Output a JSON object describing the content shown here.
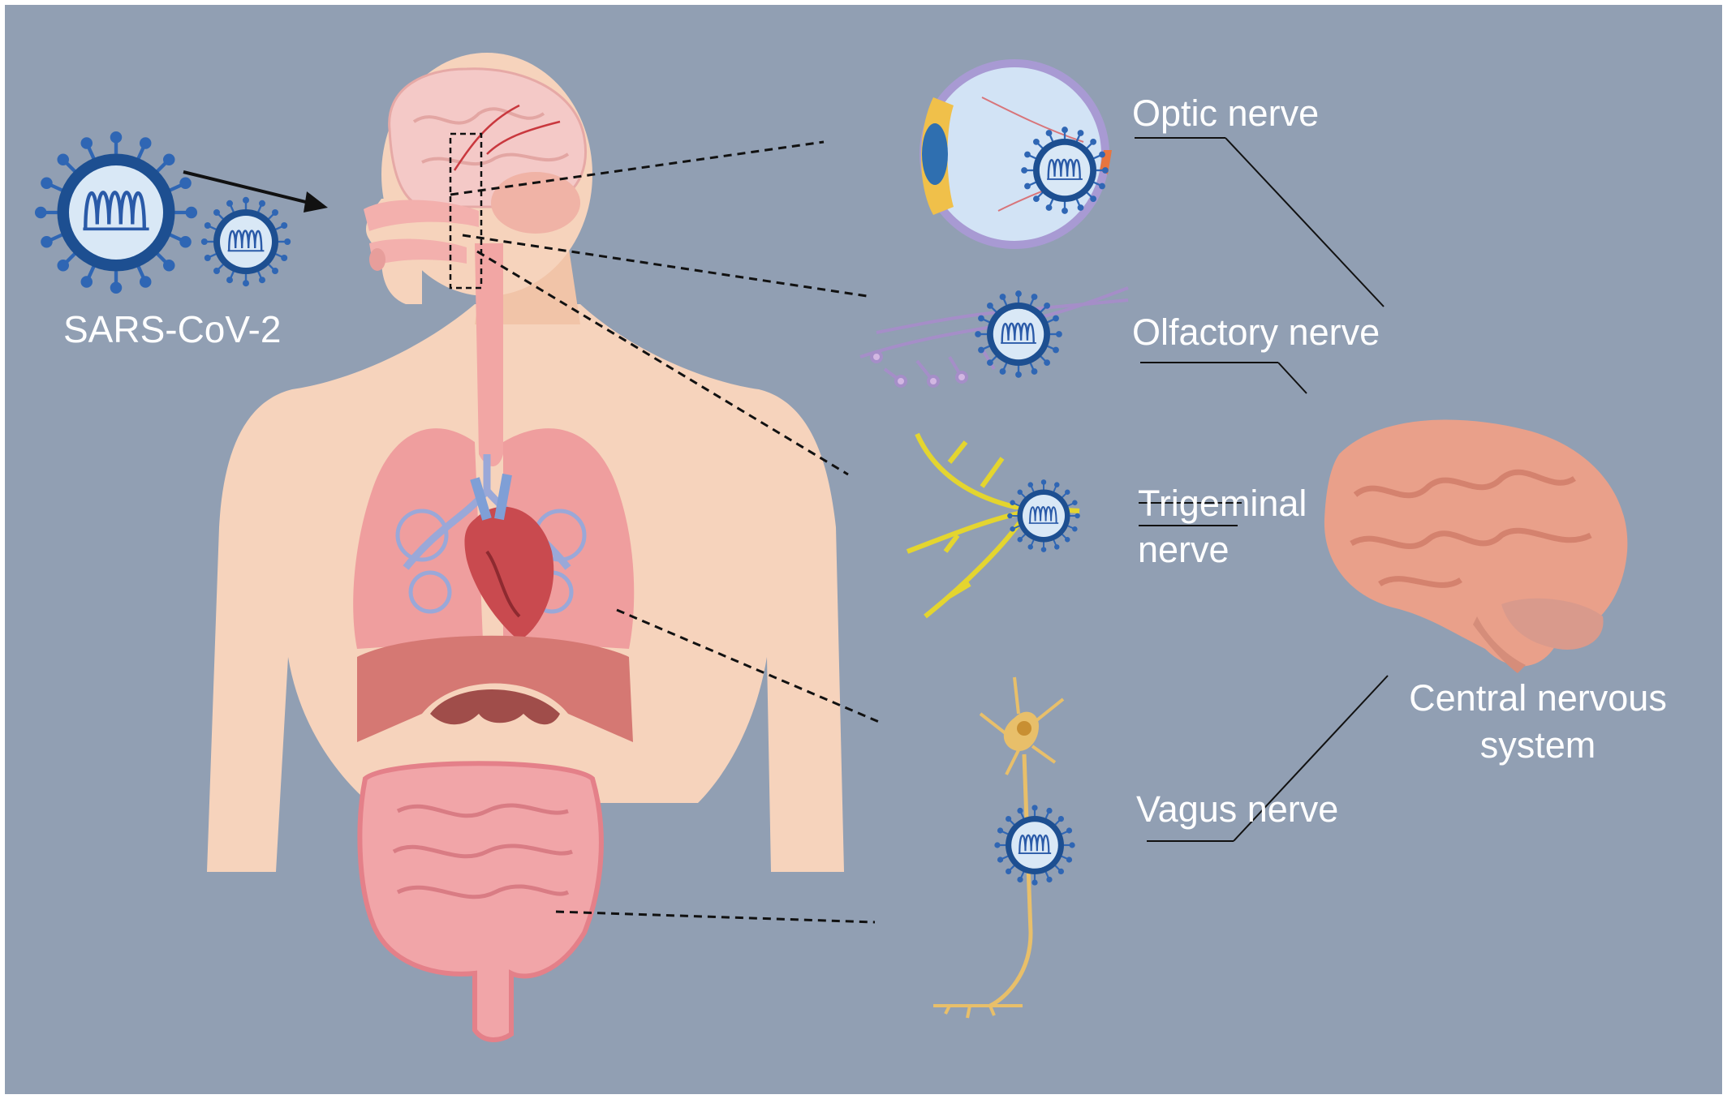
{
  "labels": {
    "virus": "SARS-CoV-2",
    "optic": "Optic nerve",
    "olfactory": "Olfactory nerve",
    "trigeminal_line1": "Trigeminal",
    "trigeminal_line2": "nerve",
    "cns_line1": "Central nervous",
    "cns_line2": "system",
    "vagus": "Vagus nerve"
  },
  "colors": {
    "background": "#919fb3",
    "text": "#ffffff",
    "virus_body": "#5b8fd0",
    "virus_rim": "#1d4f91",
    "skin": "#f6d3bc",
    "lung": "#e9a0a0",
    "heart": "#c94a4f",
    "intestine": "#f1a5a8",
    "cns_brain": "#e9a08a",
    "trigeminal_nerve": "#e4d52f",
    "vagus_neuron": "#e8bf6a"
  }
}
